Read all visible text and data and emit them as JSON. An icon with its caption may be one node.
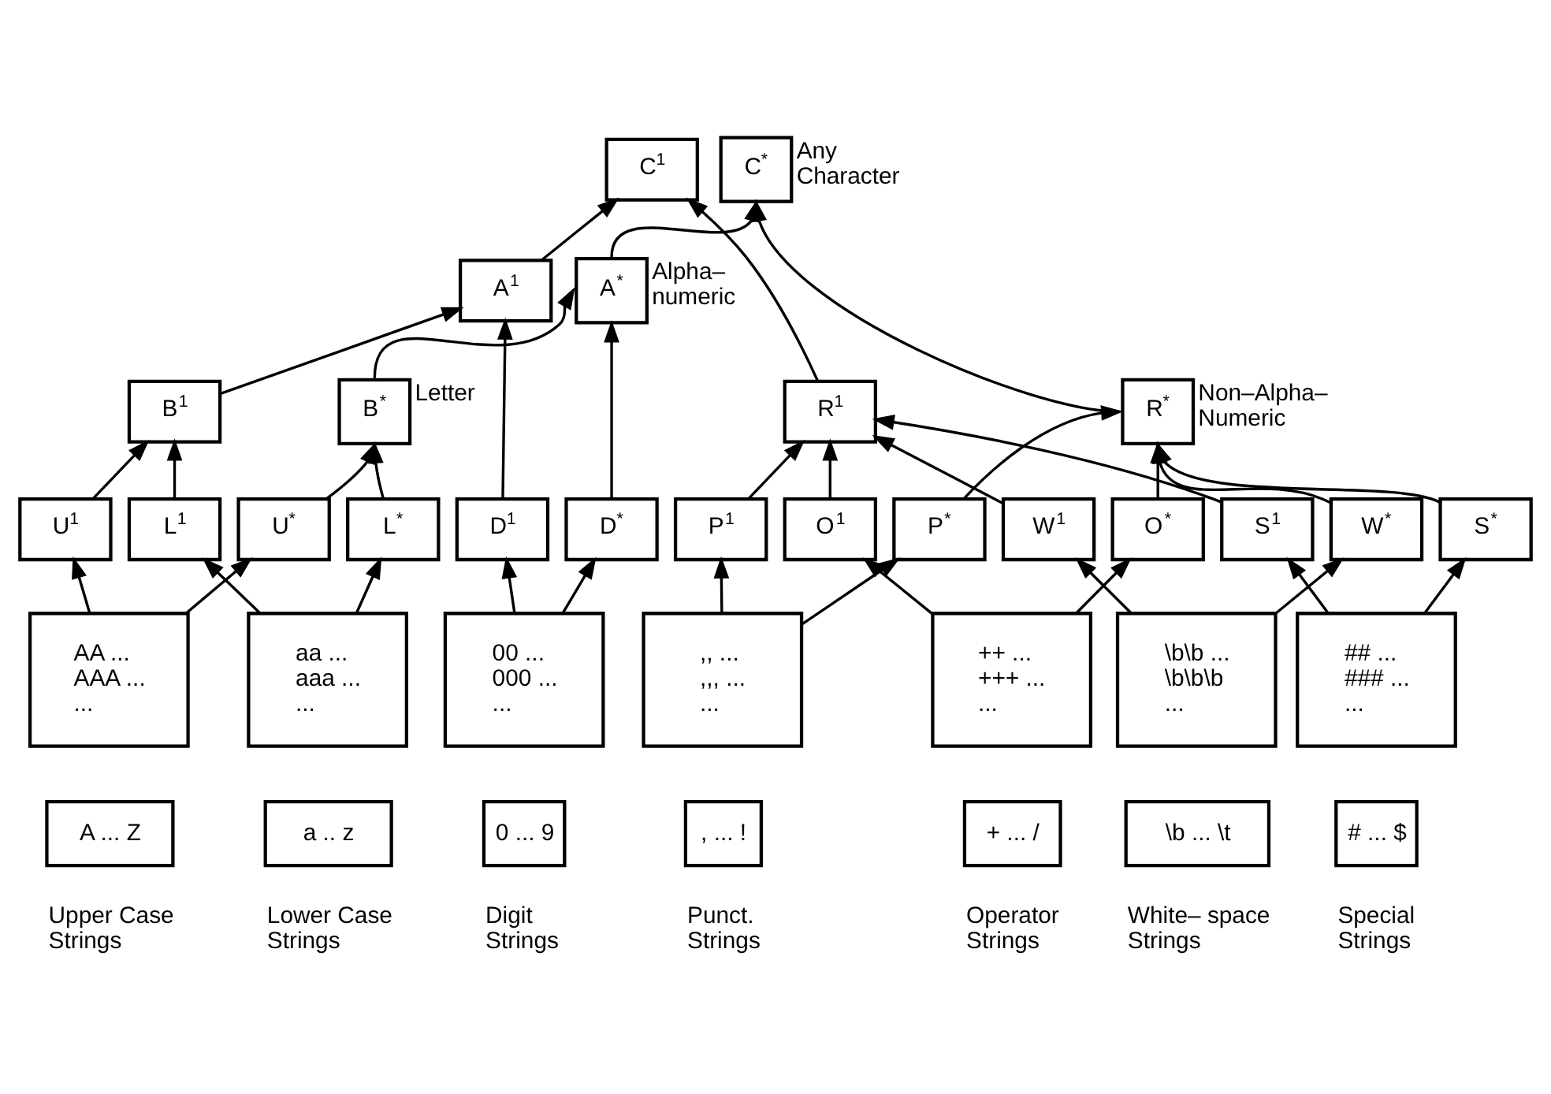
{
  "diagram": {
    "nodes": [
      {
        "text": [
          "C$^{1}$"
        ]
      },
      {
        "text": [
          "C$^{*}$"
        ],
        "beside": [
          "Any Character"
        ]
      },
      {
        "text": [
          "A$^{1}$"
        ]
      },
      {
        "text": [
          "A$^{*}$"
        ],
        "beside": [
          "Alpha– numeric"
        ]
      },
      {
        "text": [
          "R$^{1}$"
        ]
      },
      {
        "text": [
          "R$^{*}$"
        ],
        "beside": [
          "Non–Alpha– Numeric"
        ]
      },
      {
        "text": [
          "B$^{1}$"
        ]
      },
      {
        "text": [
          "B$^{*}$"
        ],
        "beside": [
          "Letter"
        ]
      },
      {
        "text": [
          "L$^{1}$"
        ]
      },
      {
        "text": [
          "L$^{*}$"
        ]
      },
      {
        "text": [
          "U$^{1}$"
        ]
      },
      {
        "text": [
          "U$^{*}$"
        ]
      },
      {
        "text": [
          "D$^{1}$"
        ]
      },
      {
        "text": [
          "D$^{*}$"
        ]
      },
      {
        "text": [
          "P$^{1}$"
        ]
      },
      {
        "text": [
          "P$^{*}$"
        ]
      },
      {
        "text": [
          "O$^{1}$"
        ]
      },
      {
        "text": [
          "O$^{*}$"
        ]
      },
      {
        "text": [
          "W$^{1}$"
        ]
      },
      {
        "text": [
          "W$^{*}$"
        ]
      },
      {
        "text": [
          "S$^{1}$"
        ]
      },
      {
        "text": [
          "S$^{*}$"
        ]
      },
      {
        "text": [
          "aa ...",
          "aaa ...",
          "..."
        ]
      },
      {
        "text": [
          "a .. z"
        ],
        "beside": [
          "Lower Case Strings"
        ]
      },
      {
        "text": [
          "AA ...",
          "AAA ...",
          "..."
        ]
      },
      {
        "text": [
          "A ... Z"
        ],
        "beside": [
          "Upper Case Strings"
        ]
      },
      {
        "text": [
          "00 ...",
          "000 ...",
          "..."
        ]
      },
      {
        "text": [
          "0 ... 9"
        ],
        "beside": [
          "Digit Strings"
        ]
      },
      {
        "text": [
          ",, ...",
          ",,, ...",
          "..."
        ]
      },
      {
        "text": [
          ", ... !"
        ],
        "beside": [
          "Punct. Strings"
        ]
      },
      {
        "text": [
          "++ ...",
          "+++ ...",
          "..."
        ]
      },
      {
        "text": [
          "+ ... /"
        ],
        "beside": [
          "Operator Strings"
        ]
      },
      {
        "text": [
          "\\b\\b ...",
          "\\b\\b\\b",
          "..."
        ]
      },
      {
        "text": [
          "\\b ... \\t"
        ],
        "beside": [
          "White– space Strings"
        ]
      },
      {
        "text": [
          "## ...",
          "### ...",
          "..."
        ]
      },
      {
        "text": [
          "# ... $"
        ],
        "beside": [
          "Special Strings"
        ]
      }
    ],
    "edges": [
      {
        "from": 2,
        "to": 0,
        "arrow": "to"
      },
      {
        "from": 3,
        "to": 1,
        "arrow": "to"
      },
      {
        "from": 4,
        "to": 0,
        "arrow": "to"
      },
      {
        "from": 5,
        "to": 1,
        "arrow": "to"
      },
      {
        "from": 6,
        "to": 2,
        "arrow": "to"
      },
      {
        "from": 7,
        "to": 3,
        "arrow": "to"
      },
      {
        "from": 12,
        "to": 2,
        "arrow": "to"
      },
      {
        "from": 13,
        "to": 3,
        "arrow": "to"
      },
      {
        "from": 8,
        "to": 6,
        "arrow": "to"
      },
      {
        "from": 9,
        "to": 7,
        "arrow": "to"
      },
      {
        "from": 10,
        "to": 6,
        "arrow": "to"
      },
      {
        "from": 11,
        "to": 7,
        "arrow": "to"
      },
      {
        "from": 14,
        "to": 4,
        "arrow": "to"
      },
      {
        "from": 15,
        "to": 5,
        "arrow": "to"
      },
      {
        "from": 16,
        "to": 4,
        "arrow": "to"
      },
      {
        "from": 17,
        "to": 5,
        "arrow": "to"
      },
      {
        "from": 18,
        "to": 4,
        "arrow": "to"
      },
      {
        "from": 19,
        "to": 5,
        "arrow": "to"
      },
      {
        "from": 20,
        "to": 4,
        "arrow": "to"
      },
      {
        "from": 21,
        "to": 5,
        "arrow": "to"
      },
      {
        "from": 22,
        "to": 8,
        "arrow": "to"
      },
      {
        "from": 22,
        "to": 9,
        "arrow": "to"
      },
      {
        "from": 24,
        "to": 10,
        "arrow": "to"
      },
      {
        "from": 24,
        "to": 11,
        "arrow": "to"
      },
      {
        "from": 26,
        "to": 12,
        "arrow": "to"
      },
      {
        "from": 26,
        "to": 13,
        "arrow": "to"
      },
      {
        "from": 28,
        "to": 14,
        "arrow": "to"
      },
      {
        "from": 28,
        "to": 15,
        "arrow": "to"
      },
      {
        "from": 30,
        "to": 16,
        "arrow": "to"
      },
      {
        "from": 30,
        "to": 17,
        "arrow": "to"
      },
      {
        "from": 32,
        "to": 18,
        "arrow": "to"
      },
      {
        "from": 32,
        "to": 19,
        "arrow": "to"
      },
      {
        "from": 34,
        "to": 20,
        "arrow": "to"
      },
      {
        "from": 34,
        "to": 21,
        "arrow": "to"
      }
    ]
  }
}
